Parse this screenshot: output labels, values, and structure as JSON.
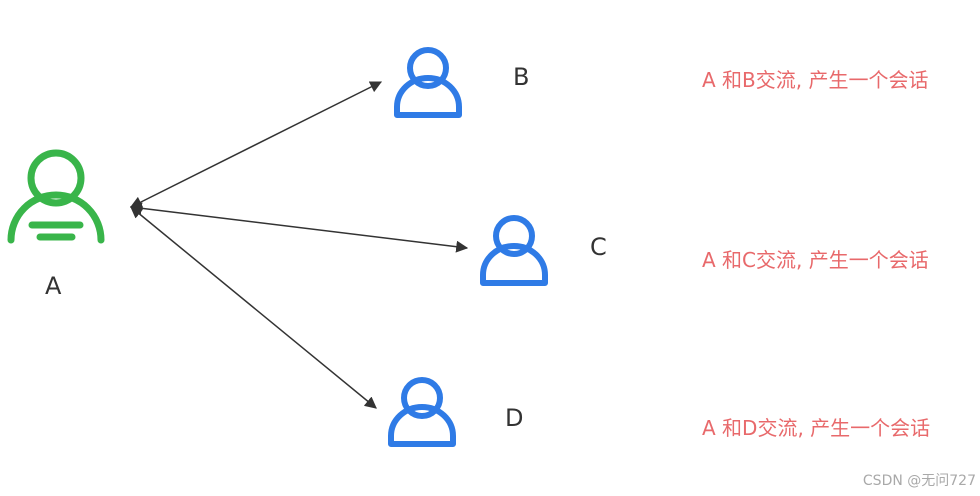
{
  "nodes": {
    "a": {
      "label": "A",
      "color": "#39b54a"
    },
    "b": {
      "label": "B",
      "color": "#2f7be6"
    },
    "c": {
      "label": "C",
      "color": "#2f7be6"
    },
    "d": {
      "label": "D",
      "color": "#2f7be6"
    }
  },
  "notes": {
    "ab": "A 和B交流, 产生一个会话",
    "ac": "A 和C交流, 产生一个会话",
    "ad": "A 和D交流, 产生一个会话"
  },
  "edges": [
    {
      "from": "A",
      "to": "B",
      "arrows": "both"
    },
    {
      "from": "A",
      "to": "C",
      "arrows": "both"
    },
    {
      "from": "A",
      "to": "D",
      "arrows": "both"
    }
  ],
  "note_color": "#e8696b",
  "watermark": "CSDN @无问727"
}
